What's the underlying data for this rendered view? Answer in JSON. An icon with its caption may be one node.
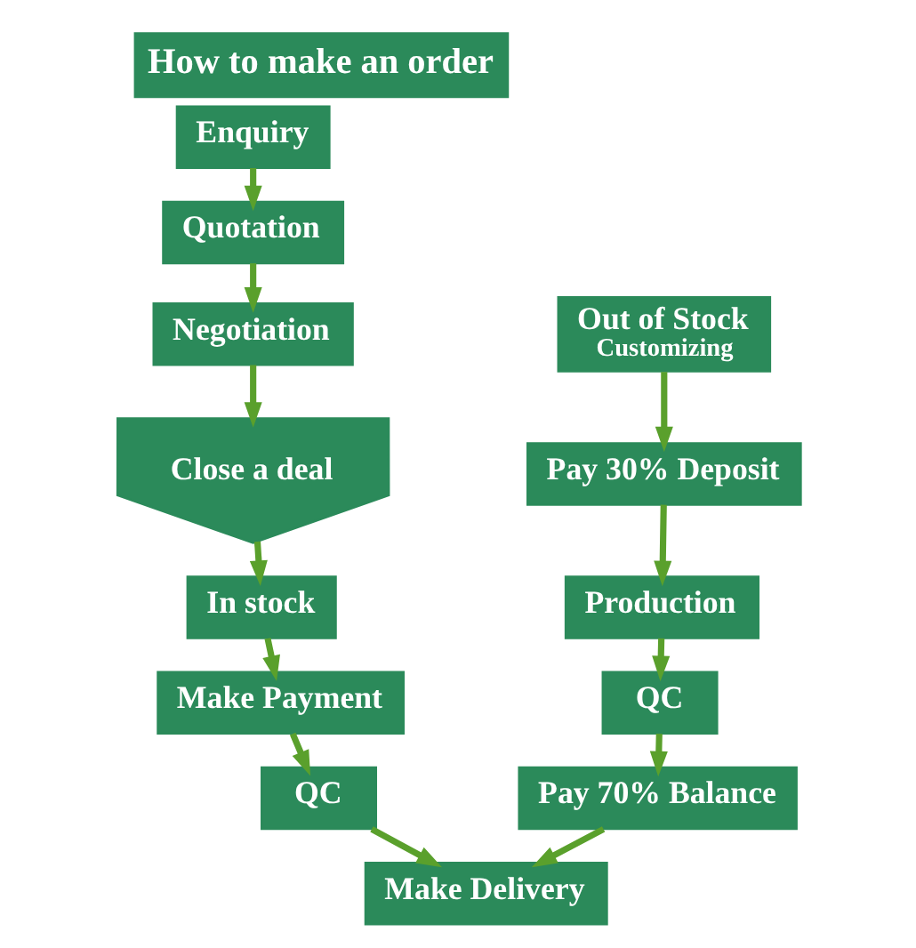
{
  "diagram": {
    "title": "How to make an order",
    "nodes": [
      {
        "text": [
          "Enquiry"
        ]
      },
      {
        "text": [
          "Quotation"
        ]
      },
      {
        "text": [
          "Negotiation"
        ]
      },
      {
        "text": [
          "Out of Stock",
          "Customizing"
        ]
      },
      {
        "text": [
          "Close a deal"
        ]
      },
      {
        "text": [
          "Pay 30% Deposit"
        ]
      },
      {
        "text": [
          "In stock"
        ]
      },
      {
        "text": [
          "Production"
        ]
      },
      {
        "text": [
          "Make Payment"
        ]
      },
      {
        "text": [
          "QC"
        ]
      },
      {
        "text": [
          "QC"
        ]
      },
      {
        "text": [
          "Pay 70% Balance"
        ]
      },
      {
        "text": [
          "Make Delivery"
        ]
      }
    ],
    "edges": [
      {
        "from": 0,
        "to": 1,
        "arrow": "to"
      },
      {
        "from": 1,
        "to": 2,
        "arrow": "to"
      },
      {
        "from": 2,
        "to": 4,
        "arrow": "to"
      },
      {
        "from": 4,
        "to": 6,
        "arrow": "to"
      },
      {
        "from": 6,
        "to": 8,
        "arrow": "to"
      },
      {
        "from": 8,
        "to": 10,
        "arrow": "to"
      },
      {
        "from": 10,
        "to": 12,
        "arrow": "to"
      },
      {
        "from": 3,
        "to": 5,
        "arrow": "to"
      },
      {
        "from": 5,
        "to": 7,
        "arrow": "to"
      },
      {
        "from": 7,
        "to": 9,
        "arrow": "to"
      },
      {
        "from": 9,
        "to": 11,
        "arrow": "to"
      },
      {
        "from": 11,
        "to": 12,
        "arrow": "to"
      }
    ]
  }
}
